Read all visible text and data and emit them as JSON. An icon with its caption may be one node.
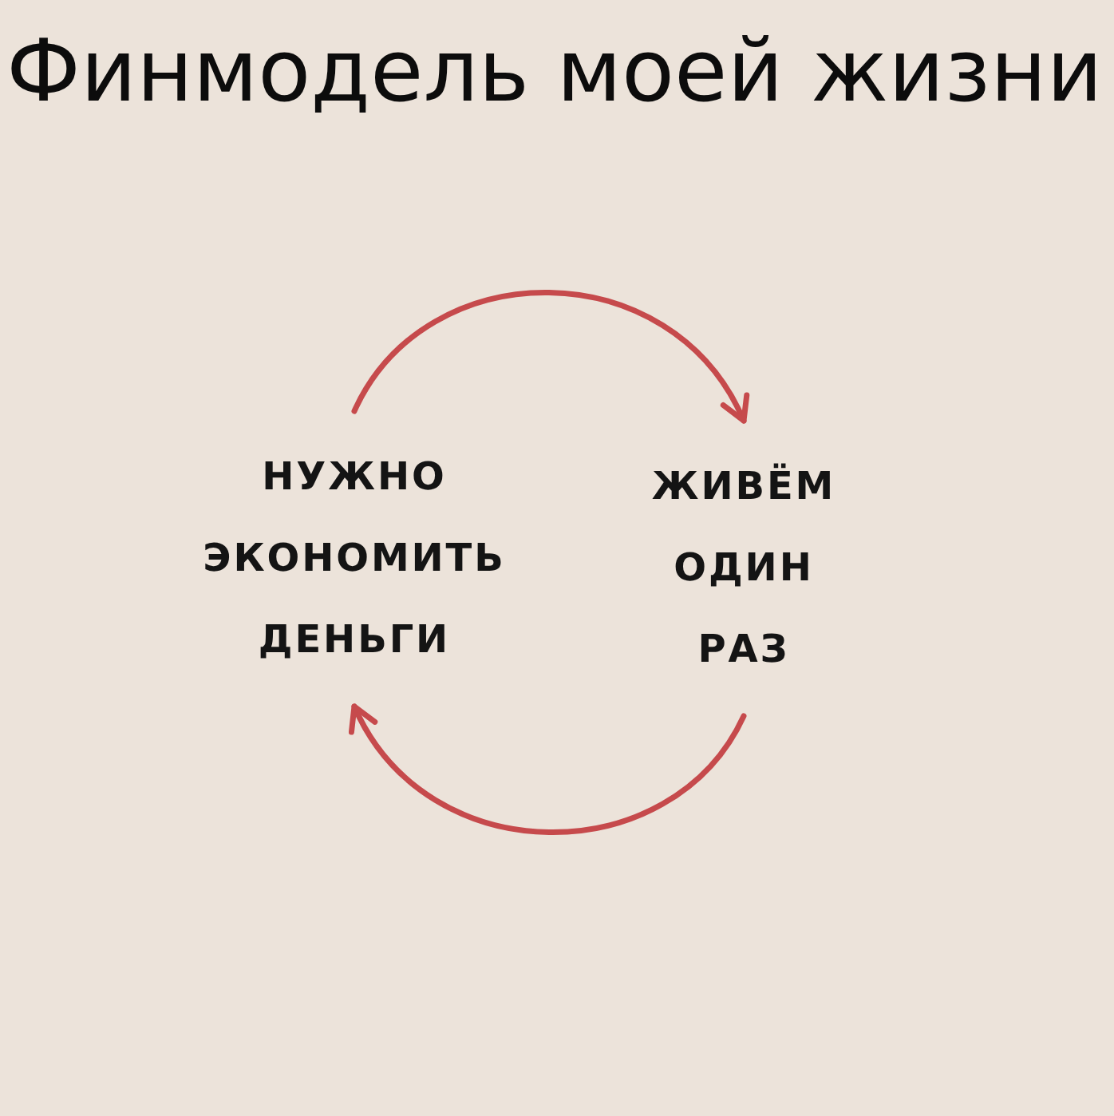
{
  "diagram": {
    "title": "Финмодель моей жизни",
    "nodes": [
      {
        "text": [
          "НУЖНО ЭКОНОМИТЬ ДЕНЬГИ"
        ]
      },
      {
        "text": [
          "ЖИВЁМ ОДИН РАЗ"
        ]
      }
    ],
    "edges": [
      {
        "from": 0,
        "to": 1,
        "arrow": "to"
      },
      {
        "from": 1,
        "to": 0,
        "arrow": "to"
      }
    ]
  }
}
